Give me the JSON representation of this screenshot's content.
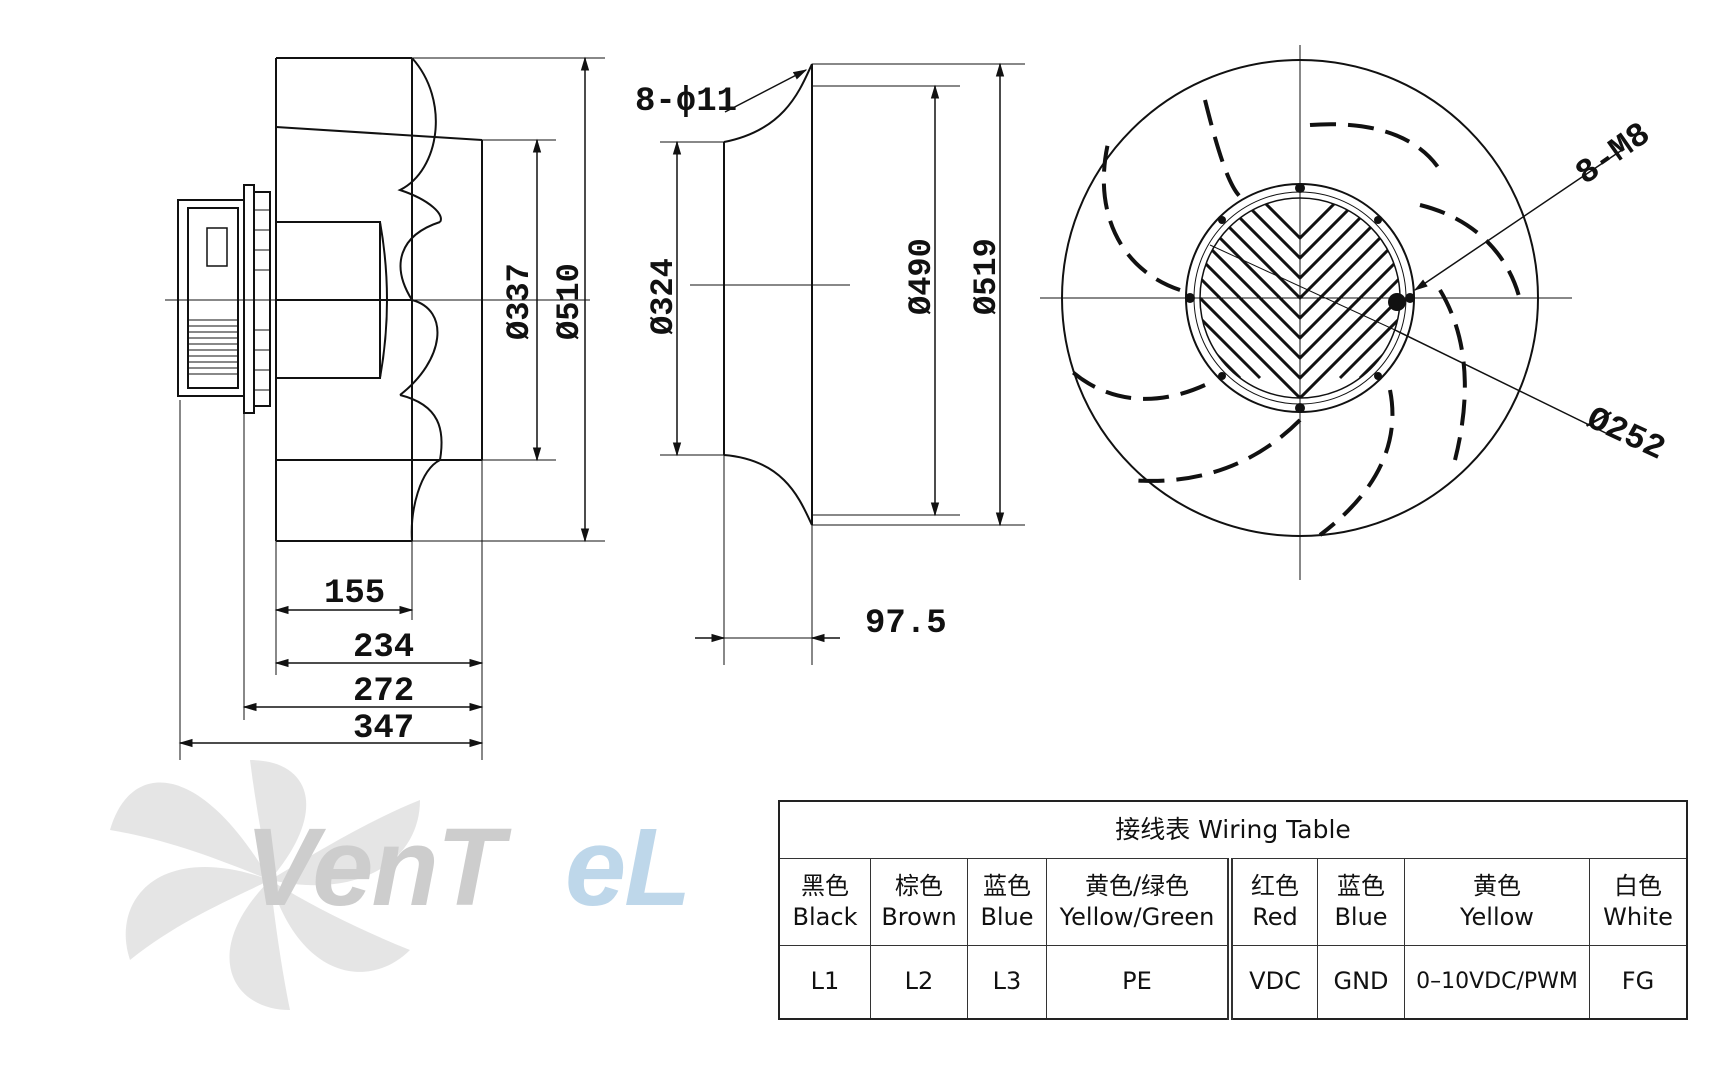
{
  "dimensions": {
    "d155": "155",
    "d234": "234",
    "d272": "272",
    "d347": "347",
    "d337": "Ø337",
    "d510": "Ø510",
    "holes": "8-ɸ11",
    "d324": "Ø324",
    "d490": "Ø490",
    "d519": "Ø519",
    "d97_5": "97.5",
    "threads": "8-M8",
    "d252": "Ø252"
  },
  "logo": {
    "text_main": "VenT",
    "text_accent": "eL",
    "color_main": "#c8c8c8",
    "color_accent": "#b7d3e8"
  },
  "wiring_table": {
    "title": "接线表  Wiring Table",
    "columns": [
      {
        "cn": "黑色",
        "en": "Black",
        "value": "L1"
      },
      {
        "cn": "棕色",
        "en": "Brown",
        "value": "L2"
      },
      {
        "cn": "蓝色",
        "en": "Blue",
        "value": "L3"
      },
      {
        "cn": "黄色/绿色",
        "en": "Yellow/Green",
        "value": "PE"
      },
      {
        "cn": "红色",
        "en": "Red",
        "value": "VDC"
      },
      {
        "cn": "蓝色",
        "en": "Blue",
        "value": "GND"
      },
      {
        "cn": "黄色",
        "en": "Yellow",
        "value": "0–10VDC/PWM"
      },
      {
        "cn": "白色",
        "en": "White",
        "value": "FG"
      }
    ]
  }
}
